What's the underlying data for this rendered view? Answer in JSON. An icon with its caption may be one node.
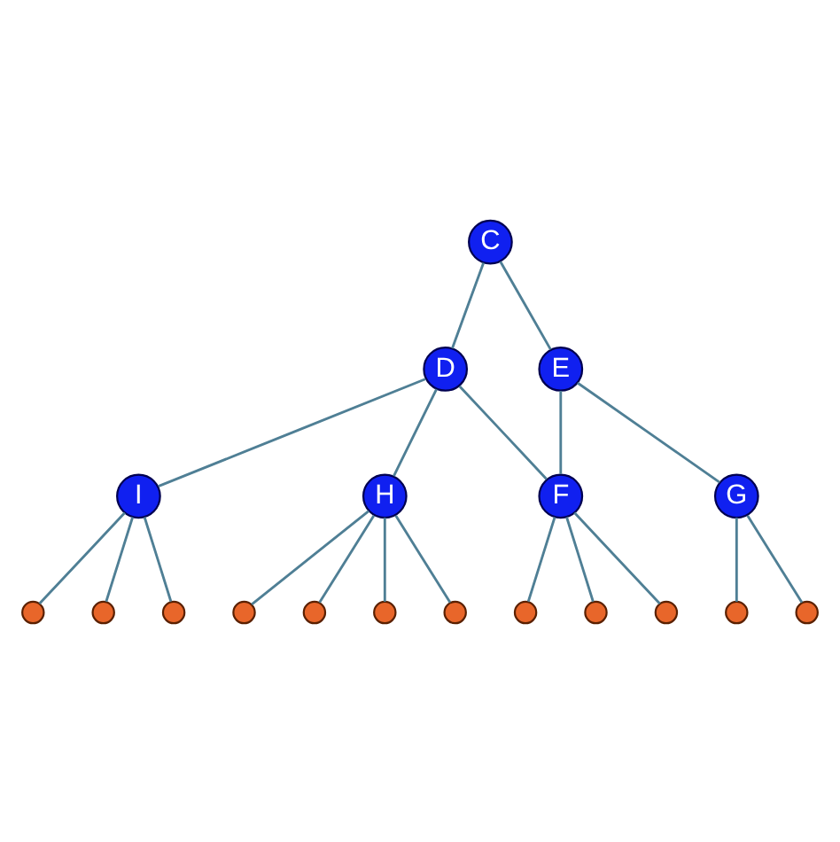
{
  "diagram": {
    "nodes": [
      {
        "text": [
          "C"
        ]
      },
      {
        "text": [
          "D"
        ]
      },
      {
        "text": [
          "E"
        ]
      },
      {
        "text": [
          "G"
        ]
      },
      {
        "text": [
          "I"
        ]
      },
      {
        "text": [
          "H"
        ]
      },
      {
        "text": [
          "F"
        ]
      },
      {
        "text": [],
        "shape": "circle"
      },
      {
        "text": [],
        "shape": "circle"
      },
      {
        "text": [],
        "shape": "circle"
      },
      {
        "text": [],
        "shape": "circle"
      },
      {
        "text": [],
        "shape": "circle"
      },
      {
        "text": [],
        "shape": "circle"
      },
      {
        "text": [],
        "shape": "circle"
      },
      {
        "text": [],
        "shape": "circle"
      },
      {
        "text": [],
        "shape": "circle"
      },
      {
        "text": [],
        "shape": "circle"
      },
      {
        "text": [],
        "shape": "circle"
      },
      {
        "text": [],
        "shape": "circle"
      }
    ],
    "edges": [
      {
        "from": 0,
        "to": 1,
        "arrow": "none"
      },
      {
        "from": 0,
        "to": 2,
        "arrow": "none"
      },
      {
        "from": 1,
        "to": 4,
        "arrow": "none"
      },
      {
        "from": 1,
        "to": 5,
        "arrow": "none"
      },
      {
        "from": 1,
        "to": 6,
        "arrow": "none"
      },
      {
        "from": 2,
        "to": 6,
        "arrow": "none"
      },
      {
        "from": 2,
        "to": 3,
        "arrow": "none"
      },
      {
        "from": 4,
        "to": 7,
        "arrow": "none"
      },
      {
        "from": 4,
        "to": 8,
        "arrow": "none"
      },
      {
        "from": 4,
        "to": 9,
        "arrow": "none"
      },
      {
        "from": 5,
        "to": 10,
        "arrow": "none"
      },
      {
        "from": 5,
        "to": 11,
        "arrow": "none"
      },
      {
        "from": 5,
        "to": 12,
        "arrow": "none"
      },
      {
        "from": 5,
        "to": 13,
        "arrow": "none"
      },
      {
        "from": 6,
        "to": 14,
        "arrow": "none"
      },
      {
        "from": 6,
        "to": 15,
        "arrow": "none"
      },
      {
        "from": 6,
        "to": 16,
        "arrow": "none"
      },
      {
        "from": 3,
        "to": 17,
        "arrow": "none"
      },
      {
        "from": 3,
        "to": 18,
        "arrow": "none"
      }
    ]
  }
}
